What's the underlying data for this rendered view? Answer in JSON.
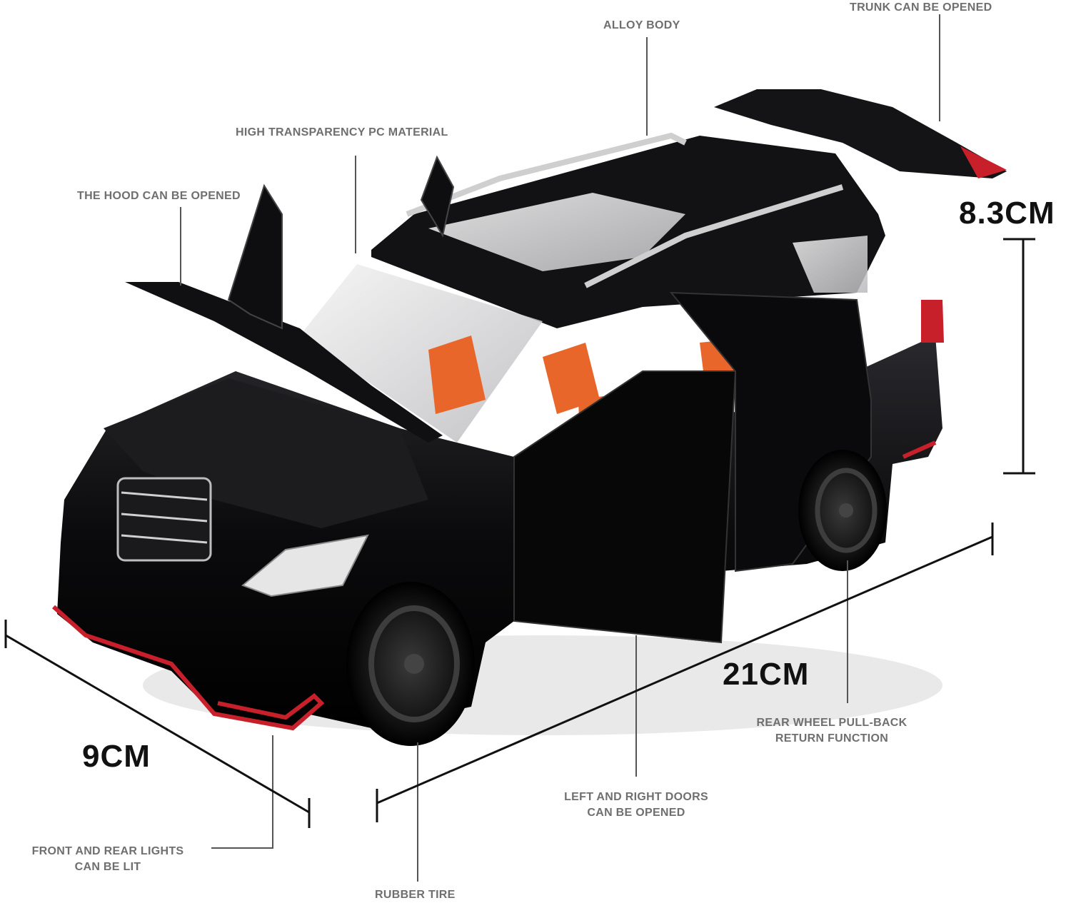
{
  "callouts": {
    "trunk": "TRUNK CAN BE OPENED",
    "alloy_body": "ALLOY BODY",
    "pc_material": "HIGH TRANSPARENCY PC MATERIAL",
    "hood": "THE HOOD CAN BE OPENED",
    "rear_wheel_line1": "REAR WHEEL PULL-BACK",
    "rear_wheel_line2": "RETURN FUNCTION",
    "doors_line1": "LEFT AND RIGHT DOORS",
    "doors_line2": "CAN BE OPENED",
    "lights_line1": "FRONT AND REAR LIGHTS",
    "lights_line2": "CAN BE LIT",
    "tire": "RUBBER TIRE"
  },
  "dimensions": {
    "height": "8.3CM",
    "length": "21CM",
    "width": "9CM"
  },
  "colors": {
    "body": "#0b0b0d",
    "interior": "#e8662a",
    "trim_red": "#c8202a",
    "callout_text": "#6f6f6f"
  }
}
